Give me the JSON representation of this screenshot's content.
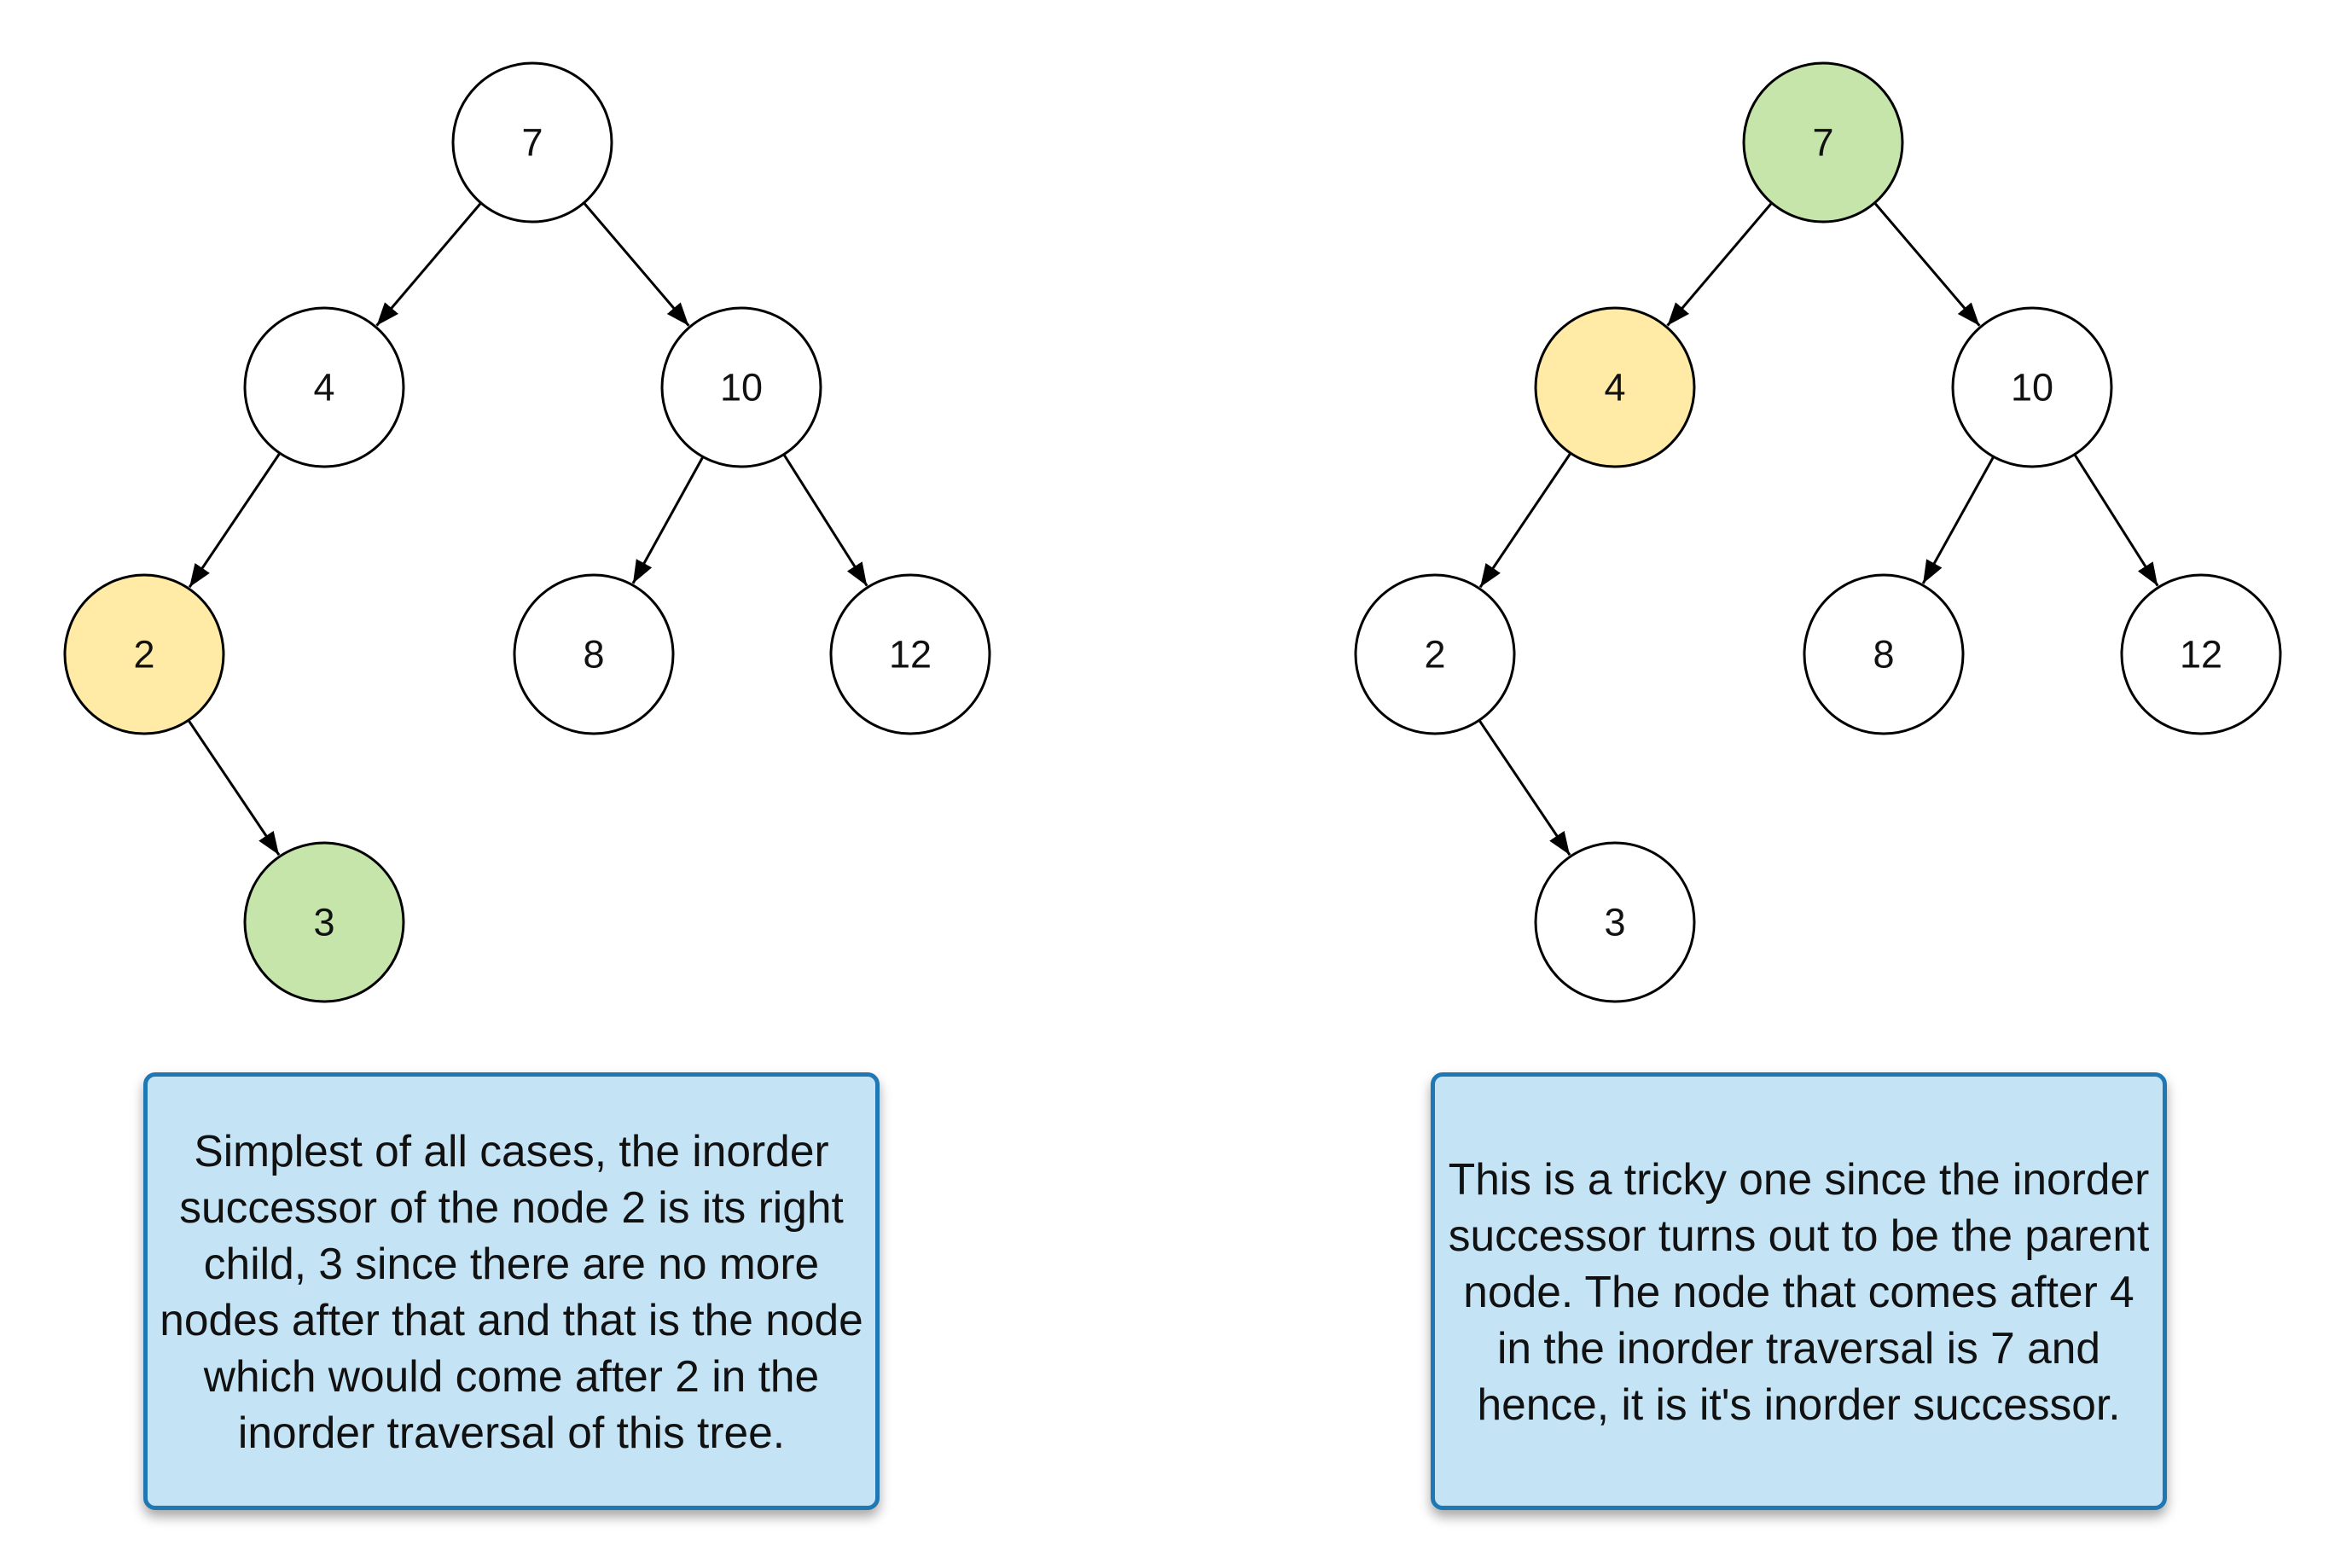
{
  "colors": {
    "node_default": "#ffffff",
    "node_current": "#ffeaa6",
    "node_successor": "#c6e5ab",
    "stroke": "#000000",
    "caption_fill": "#c4e3f5",
    "caption_border": "#1f78b4"
  },
  "trees": [
    {
      "id": "left",
      "nodes": [
        {
          "id": "n7",
          "label": "7",
          "state": "default"
        },
        {
          "id": "n4",
          "label": "4",
          "state": "default"
        },
        {
          "id": "n10",
          "label": "10",
          "state": "default"
        },
        {
          "id": "n2",
          "label": "2",
          "state": "current"
        },
        {
          "id": "n8",
          "label": "8",
          "state": "default"
        },
        {
          "id": "n12",
          "label": "12",
          "state": "default"
        },
        {
          "id": "n3",
          "label": "3",
          "state": "successor"
        }
      ],
      "edges": [
        [
          "n7",
          "n4"
        ],
        [
          "n7",
          "n10"
        ],
        [
          "n4",
          "n2"
        ],
        [
          "n10",
          "n8"
        ],
        [
          "n10",
          "n12"
        ],
        [
          "n2",
          "n3"
        ]
      ],
      "caption": "Simplest of all cases, the inorder successor of the node 2 is its right child, 3 since there are no more nodes after that and that is the node which would come after 2 in the inorder traversal of this tree."
    },
    {
      "id": "right",
      "nodes": [
        {
          "id": "n7",
          "label": "7",
          "state": "successor"
        },
        {
          "id": "n4",
          "label": "4",
          "state": "current"
        },
        {
          "id": "n10",
          "label": "10",
          "state": "default"
        },
        {
          "id": "n2",
          "label": "2",
          "state": "default"
        },
        {
          "id": "n8",
          "label": "8",
          "state": "default"
        },
        {
          "id": "n12",
          "label": "12",
          "state": "default"
        },
        {
          "id": "n3",
          "label": "3",
          "state": "default"
        }
      ],
      "edges": [
        [
          "n7",
          "n4"
        ],
        [
          "n7",
          "n10"
        ],
        [
          "n4",
          "n2"
        ],
        [
          "n10",
          "n8"
        ],
        [
          "n10",
          "n12"
        ],
        [
          "n2",
          "n3"
        ]
      ],
      "caption": "This is a tricky one since the inorder successor turns out to be the parent node. The node that comes after 4 in the inorder traversal is 7 and hence, it is it's inorder successor."
    }
  ]
}
